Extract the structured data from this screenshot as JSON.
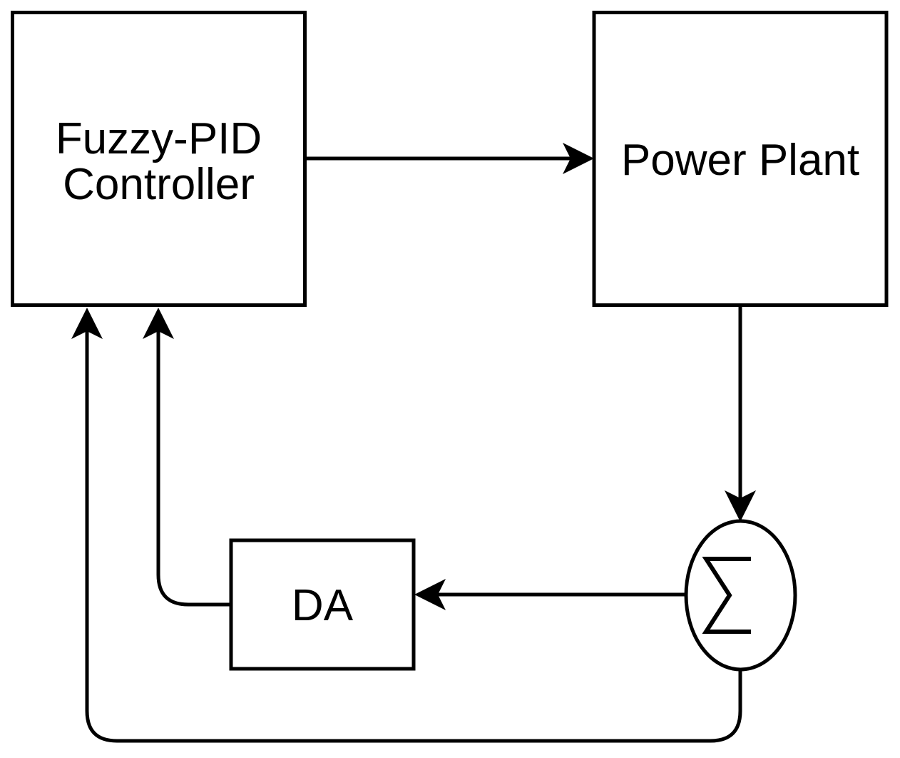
{
  "diagram": {
    "title": "fuzzy-pid-control-loop-block-diagram",
    "background_color": "#ffffff",
    "stroke_color": "#000000",
    "nodes": {
      "controller": {
        "lines": [
          "Fuzzy-PID",
          "Controller"
        ]
      },
      "plant": {
        "label": "Power Plant"
      },
      "da": {
        "label": "DA"
      },
      "junction": {
        "icon": "sigma-icon",
        "symbol": "∑"
      }
    },
    "connections": [
      {
        "from": "controller",
        "to": "plant",
        "style": "arrow"
      },
      {
        "from": "plant",
        "to": "junction",
        "style": "arrow"
      },
      {
        "from": "junction",
        "to": "da",
        "style": "arrow"
      },
      {
        "from": "da",
        "to": "controller",
        "style": "arrow-rounded"
      },
      {
        "from": "junction",
        "to": "controller",
        "style": "arrow-rounded-bottom-loop"
      }
    ]
  }
}
